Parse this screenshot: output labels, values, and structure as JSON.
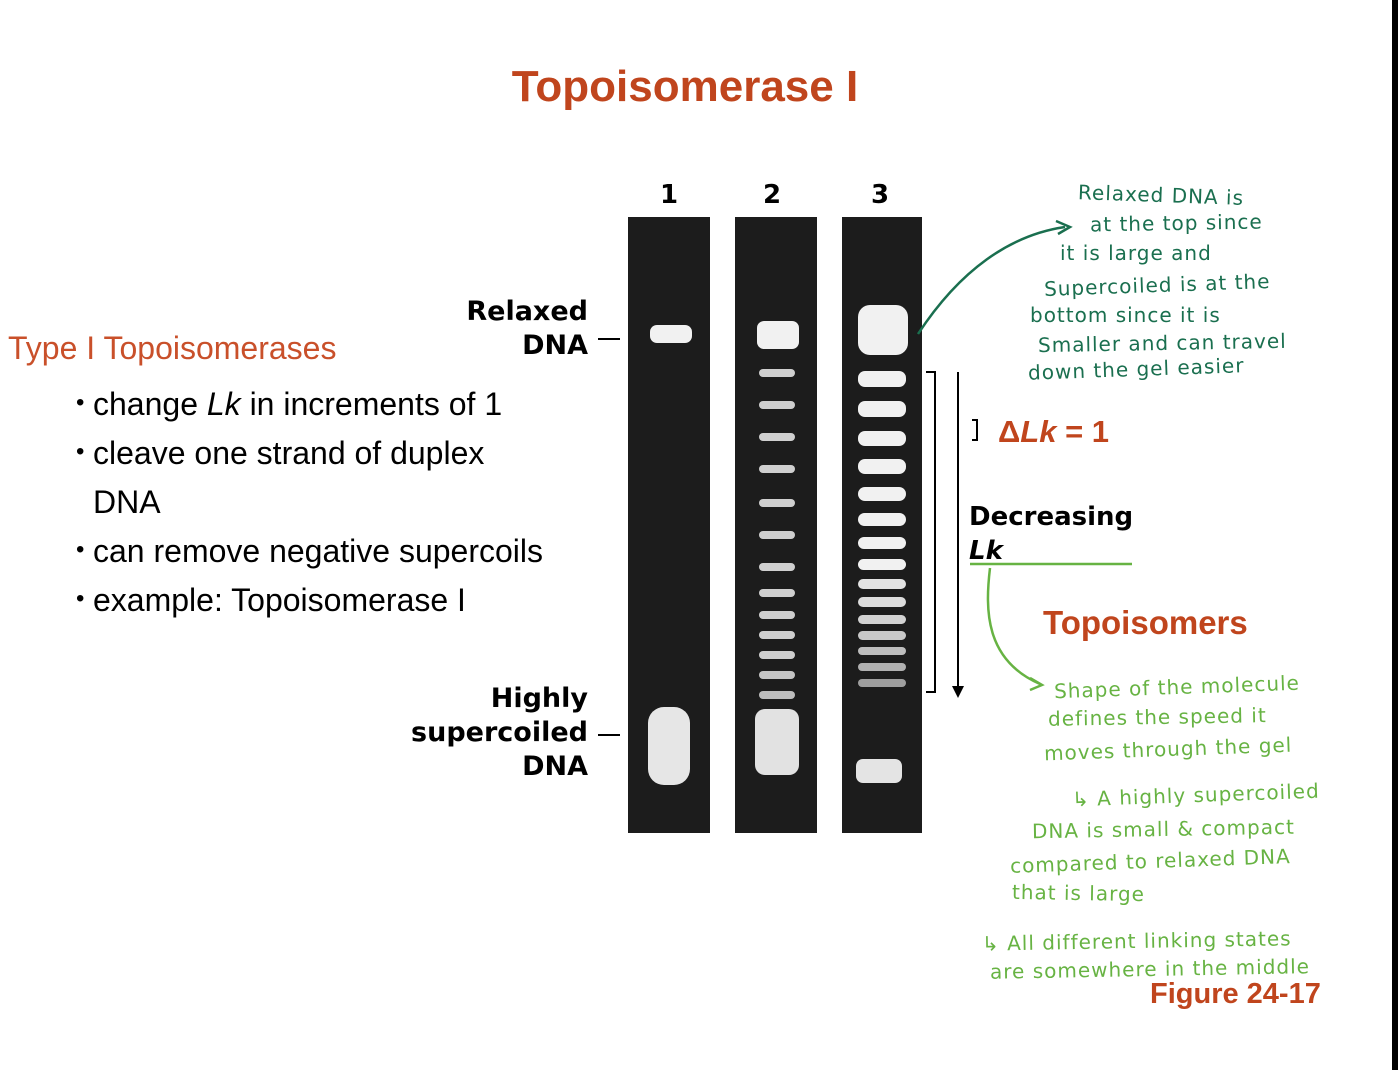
{
  "title": "Topoisomerase I",
  "left_panel": {
    "heading": "Type I Topoisomerases",
    "bullets": [
      {
        "pre": "change ",
        "em": "Lk",
        "post": " in increments of 1"
      },
      {
        "text": "cleave one strand of duplex DNA"
      },
      {
        "text": "can remove negative supercoils"
      },
      {
        "text": "example: Topoisomerase I"
      }
    ]
  },
  "gel": {
    "lanes": [
      "1",
      "2",
      "3"
    ],
    "label_relaxed": [
      "Relaxed",
      "DNA"
    ],
    "label_supercoiled": [
      "Highly",
      "supercoiled",
      "DNA"
    ],
    "delta_lk": {
      "delta": "Δ",
      "var": "Lk",
      "eq": " = 1"
    },
    "decreasing": [
      "Decreasing",
      "Lk"
    ],
    "topoisomers": "Topoisomers"
  },
  "handwritten_teal": [
    "Relaxed DNA is",
    "at the top since",
    "it is large and",
    "Supercoiled is at the",
    "bottom since it is",
    "Smaller and can travel",
    "down the gel easier"
  ],
  "handwritten_green_1": [
    "Shape of the molecule",
    "defines the speed it",
    "moves through the gel"
  ],
  "handwritten_green_2": [
    "↳ A highly supercoiled",
    "DNA is small & compact",
    "compared to relaxed DNA",
    "that is large"
  ],
  "handwritten_green_3": [
    "↳ All different linking states",
    "are somewhere in the middle"
  ],
  "figure_label": "Figure 24-17"
}
